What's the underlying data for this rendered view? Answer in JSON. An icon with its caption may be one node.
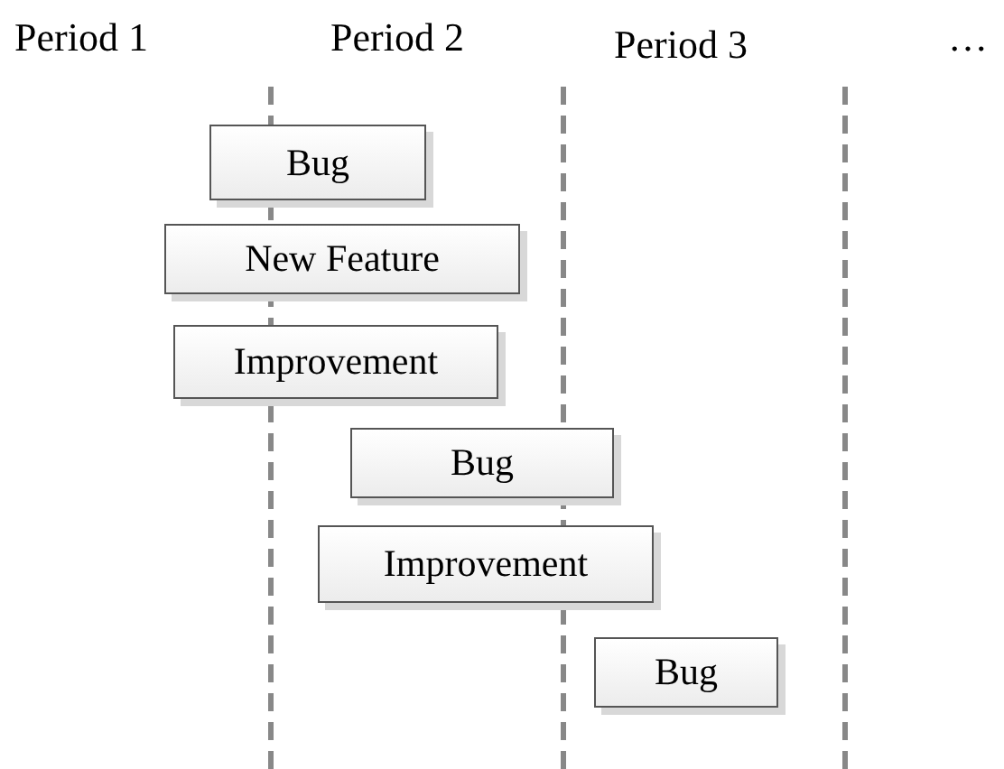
{
  "diagram": {
    "nodes": [
      {
        "text": [
          "Bug"
        ]
      },
      {
        "text": [
          "New Feature"
        ]
      },
      {
        "text": [
          "Improvement"
        ]
      },
      {
        "text": [
          "Bug"
        ]
      },
      {
        "text": [
          "Improvement"
        ]
      },
      {
        "text": [
          "Bug"
        ]
      }
    ],
    "labels": [
      "Period 1",
      "Period 2",
      "Period 3",
      "…"
    ]
  }
}
